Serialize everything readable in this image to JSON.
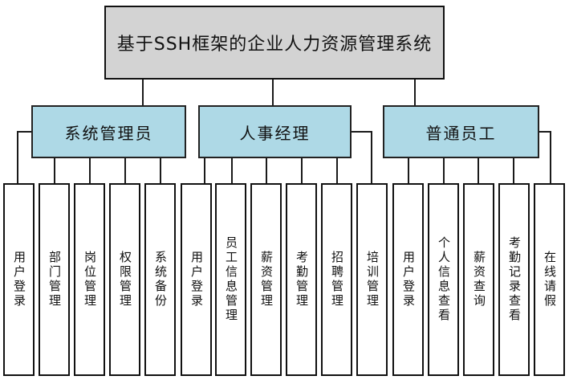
{
  "diagram": {
    "title": "基于SSH框架的企业人力资源管理系统",
    "colors": {
      "root_fill": "#d3d3d3",
      "role_fill": "#aed9e6",
      "leaf_fill": "#ffffff",
      "line": "#1a1a1a"
    },
    "roles": [
      {
        "label": "系统管理员",
        "children": [
          "用户登录",
          "部门管理",
          "岗位管理",
          "权限管理",
          "系统备份"
        ]
      },
      {
        "label": "人事经理",
        "children": [
          "用户登录",
          "员工信息管理",
          "薪资管理",
          "考勤管理",
          "招聘管理",
          "培训管理"
        ]
      },
      {
        "label": "普通员工",
        "children": [
          "用户登录",
          "个人信息查看",
          "薪资查询",
          "考勤记录查看",
          "在线请假"
        ]
      }
    ]
  }
}
